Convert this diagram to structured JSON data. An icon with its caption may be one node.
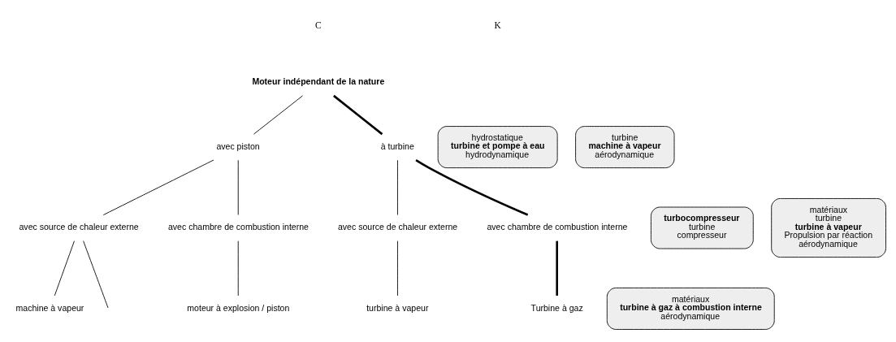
{
  "diagram": {
    "nodes": [
      {
        "text": [
          "Moteur indépendant de la nature"
        ]
      },
      {
        "text": [
          "avec piston"
        ]
      },
      {
        "text": [
          "à turbine"
        ]
      },
      {
        "text": [
          "avec source de chaleur externe"
        ]
      },
      {
        "text": [
          "avec chambre de combustion interne"
        ]
      },
      {
        "text": [
          "avec source de chaleur externe"
        ]
      },
      {
        "text": [
          "avec chambre de combustion interne"
        ]
      },
      {
        "text": [
          "machine à vapeur"
        ]
      },
      {
        "text": [
          "moteur à explosion / piston"
        ]
      },
      {
        "text": [
          "turbine à vapeur"
        ]
      },
      {
        "text": [
          "Turbine à gaz"
        ]
      },
      {
        "text": [
          "hydrostatique",
          "turbine et pompe à eau",
          "hydrodynamique"
        ]
      },
      {
        "text": [
          "turbine",
          "machine à vapeur",
          "aérodynamique"
        ]
      },
      {
        "text": [
          "turbocompresseur",
          "turbine",
          "compresseur"
        ]
      },
      {
        "text": [
          "matériaux",
          "turbine",
          "turbine à vapeur",
          "Propulsion par réaction",
          "aérodynamique"
        ]
      },
      {
        "text": [
          "matériaux",
          "turbine à gaz à combustion interne",
          "aérodynamique"
        ]
      }
    ],
    "edges": [
      {
        "from": 0,
        "to": 1,
        "arrow": "none"
      },
      {
        "from": 0,
        "to": 2,
        "arrow": "none",
        "style": "thick"
      },
      {
        "from": 1,
        "to": 3,
        "arrow": "none"
      },
      {
        "from": 1,
        "to": 4,
        "arrow": "none"
      },
      {
        "from": 2,
        "to": 5,
        "arrow": "none"
      },
      {
        "from": 2,
        "to": 6,
        "arrow": "none",
        "style": "thick"
      },
      {
        "from": 3,
        "to": 7,
        "arrow": "none"
      },
      {
        "from": 3,
        "to": null,
        "arrow": "none"
      },
      {
        "from": 4,
        "to": 8,
        "arrow": "none"
      },
      {
        "from": 5,
        "to": 9,
        "arrow": "none"
      },
      {
        "from": 6,
        "to": 10,
        "arrow": "none",
        "style": "thick"
      }
    ],
    "labels": [
      "C",
      "K"
    ]
  }
}
